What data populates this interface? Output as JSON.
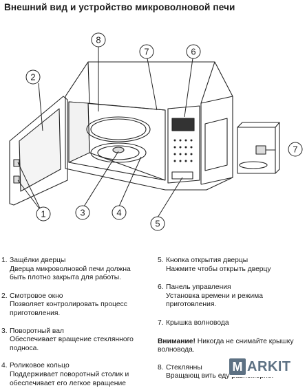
{
  "title": "Внешний вид и устройство микроволновой печи",
  "callouts": [
    "1",
    "2",
    "3",
    "4",
    "5",
    "6",
    "7",
    "8"
  ],
  "left_items": [
    {
      "num": "1.",
      "head": "Защёлки дверцы",
      "desc": "Дверца микроволновой печи должна быть плотно закрыта для работы."
    },
    {
      "num": "2.",
      "head": "Смотровое окно",
      "desc": "Позволяет контролировать процесс приготовления."
    },
    {
      "num": "3.",
      "head": "Поворотный вал",
      "desc": "Обеспечивает вращение стеклянного подноса."
    },
    {
      "num": "4.",
      "head": "Роликовое кольцо",
      "desc": "Поддерживает поворотный столик и обеспечивает его легкое вращение"
    }
  ],
  "right_items": [
    {
      "num": "5.",
      "head": "Кнопка открытия дверцы",
      "desc": "Нажмите чтобы открыть дверцу"
    },
    {
      "num": "6.",
      "head": "Панель управления",
      "desc": "Установка времени и режима приготовления."
    },
    {
      "num": "7.",
      "head": "Крышка волновода",
      "desc": ""
    }
  ],
  "warning": {
    "label": "Внимание!",
    "text": "Никогда не снимайте крышку волновода."
  },
  "item8": {
    "num": "8.",
    "head": "Стеклянны",
    "desc": "Вращающ вить еду равномерно."
  },
  "watermark": {
    "letter": "M",
    "text": "ARKIT"
  }
}
